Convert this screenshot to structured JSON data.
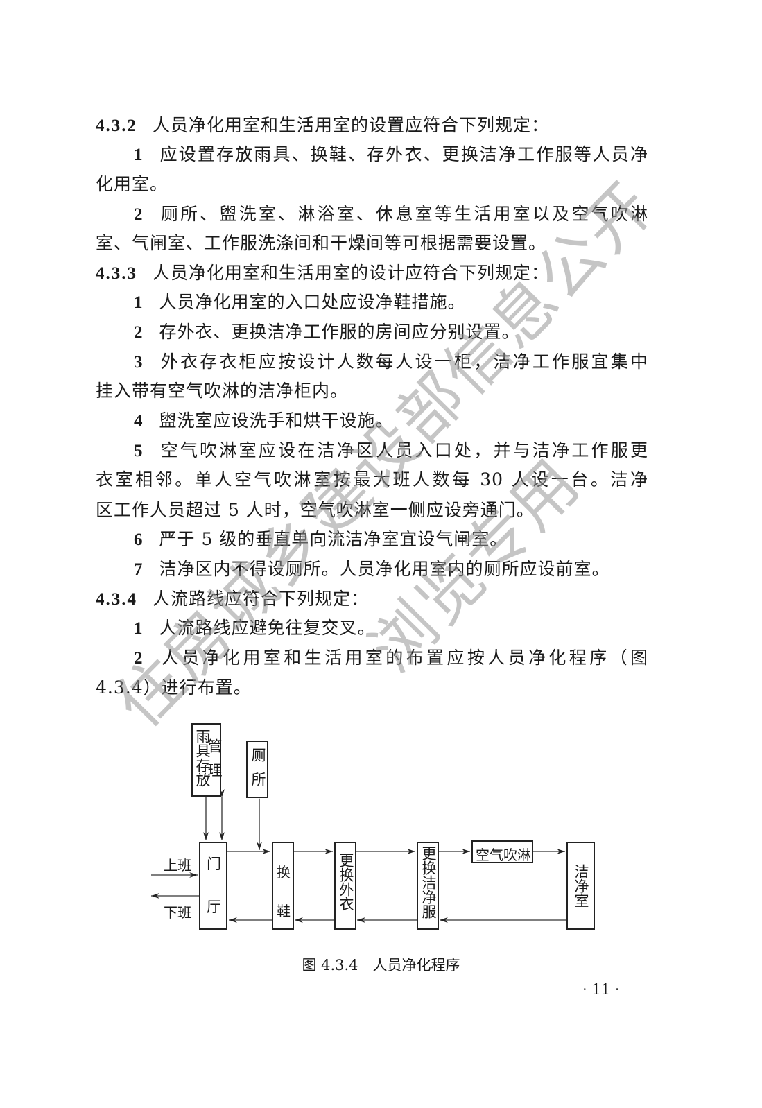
{
  "lines": [
    {
      "num": "4.3.2",
      "text": "人员净化用室和生活用室的设置应符合下列规定：",
      "indent": false,
      "justify": false
    },
    {
      "num": "1",
      "text": "应设置存放雨具、换鞋、存外衣、更换洁净工作服等人员净",
      "indent": true,
      "justify": true
    },
    {
      "num": "",
      "text": "化用室。",
      "indent": false,
      "justify": false
    },
    {
      "num": "2",
      "text": "厕所、盥洗室、淋浴室、休息室等生活用室以及空气吹淋",
      "indent": true,
      "justify": true
    },
    {
      "num": "",
      "text": "室、气闸室、工作服洗涤间和干燥间等可根据需要设置。",
      "indent": false,
      "justify": false
    },
    {
      "num": "4.3.3",
      "text": "人员净化用室和生活用室的设计应符合下列规定：",
      "indent": false,
      "justify": false
    },
    {
      "num": "1",
      "text": "人员净化用室的入口处应设净鞋措施。",
      "indent": true,
      "justify": false
    },
    {
      "num": "2",
      "text": "存外衣、更换洁净工作服的房间应分别设置。",
      "indent": true,
      "justify": false
    },
    {
      "num": "3",
      "text": "外衣存衣柜应按设计人数每人设一柜，洁净工作服宜集中",
      "indent": true,
      "justify": true
    },
    {
      "num": "",
      "text": "挂入带有空气吹淋的洁净柜内。",
      "indent": false,
      "justify": false
    },
    {
      "num": "4",
      "text": "盥洗室应设洗手和烘干设施。",
      "indent": true,
      "justify": false
    },
    {
      "num": "5",
      "text": "空气吹淋室应设在洁净区人员入口处，并与洁净工作服更",
      "indent": true,
      "justify": true
    },
    {
      "num": "",
      "text": "衣室相邻。单人空气吹淋室按最大班人数每 30 人设一台。洁净",
      "indent": false,
      "justify": true
    },
    {
      "num": "",
      "text": "区工作人员超过 5 人时，空气吹淋室一侧应设旁通门。",
      "indent": false,
      "justify": false
    },
    {
      "num": "6",
      "text": "严于 5 级的垂直单向流洁净室宜设气闸室。",
      "indent": true,
      "justify": false
    },
    {
      "num": "7",
      "text": "洁净区内不得设厕所。人员净化用室内的厕所应设前室。",
      "indent": true,
      "justify": false
    },
    {
      "num": "4.3.4",
      "text": "人流路线应符合下列规定：",
      "indent": false,
      "justify": false
    },
    {
      "num": "1",
      "text": "人流路线应避免往复交叉。",
      "indent": true,
      "justify": false
    },
    {
      "num": "2",
      "text": "人员净化用室和生活用室的布置应按人员净化程序（图",
      "indent": true,
      "justify": true
    },
    {
      "num": "",
      "text": "4.3.4）进行布置。",
      "indent": false,
      "justify": false
    }
  ],
  "diagram": {
    "rain_storage_a": "雨具存放",
    "rain_storage_b": "管理",
    "toilet": "厕所",
    "lobby_a": "门",
    "lobby_b": "厅",
    "shoe_a": "换",
    "shoe_b": "鞋",
    "coat": "更换外衣",
    "cleansuit": "更换洁净服",
    "airshower": "空气吹淋",
    "cleanroom": "洁净室",
    "arrive": "上班",
    "leave": "下班"
  },
  "caption": "图 4.3.4　人员净化程序",
  "page_number": "· 11 ·",
  "watermark": {
    "line1": "住房城乡建设部信息公开",
    "line2": "浏览专用"
  }
}
